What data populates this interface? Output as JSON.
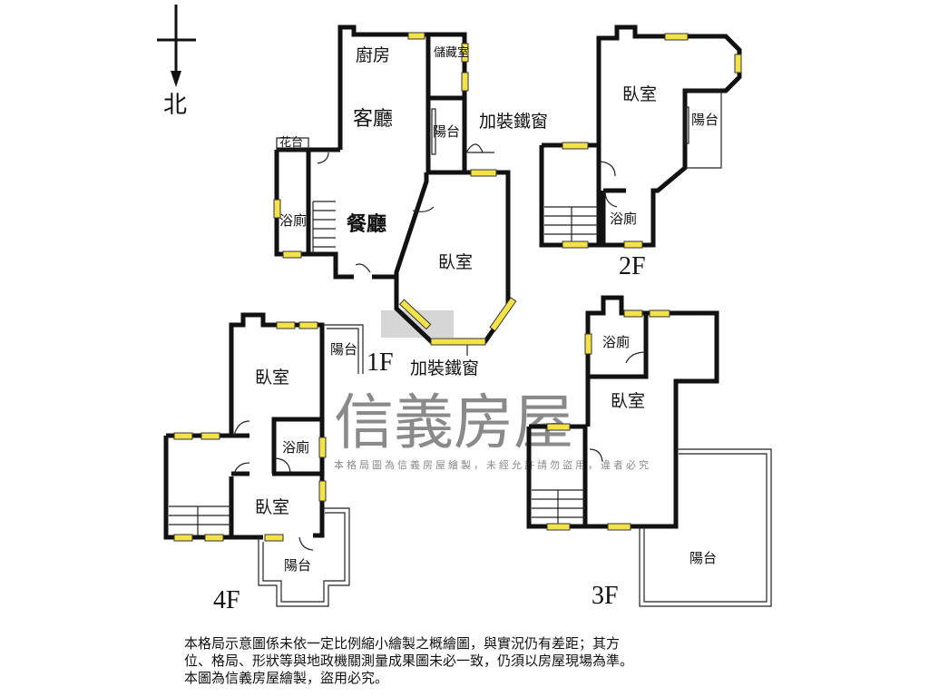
{
  "compass": {
    "north_label": "北"
  },
  "floors": {
    "f1": {
      "label": "1F",
      "rooms": {
        "kitchen": "廚房",
        "storage": "儲藏室",
        "living": "客廳",
        "balcony": "陽台",
        "flower_bed": "花台",
        "bath": "浴廁",
        "dining": "餐廳",
        "bedroom": "臥室",
        "iron_window_top": "加裝鐵窗",
        "iron_window_bottom": "加裝鐵窗"
      }
    },
    "f2": {
      "label": "2F",
      "rooms": {
        "bedroom": "臥室",
        "balcony": "陽台",
        "bath": "浴廁"
      }
    },
    "f3": {
      "label": "3F",
      "rooms": {
        "bath": "浴廁",
        "bedroom": "臥室",
        "balcony": "陽台"
      }
    },
    "f4": {
      "label": "4F",
      "rooms": {
        "balcony_top": "陽台",
        "bedroom_top": "臥室",
        "bath": "浴廁",
        "bedroom_bottom": "臥室",
        "balcony_bottom": "陽台"
      }
    }
  },
  "watermark": {
    "brand": "信義房屋",
    "notice": "本格局圖為信義房屋繪製，未經允許請勿盜用，違者必究"
  },
  "disclaimer": {
    "lines": [
      "本格局示意圖係未依一定比例縮小繪製之概繪圖，與實況仍有差距；其方",
      "位、格局、形狀等與地政機關測量成果圖未必一致，仍須以房屋現場為準。",
      "本圖為信義房屋繪製，盜用必究。"
    ]
  },
  "colors": {
    "window": "#f4e24a",
    "wall": "#111111",
    "watermark": "#8a8a8a"
  }
}
